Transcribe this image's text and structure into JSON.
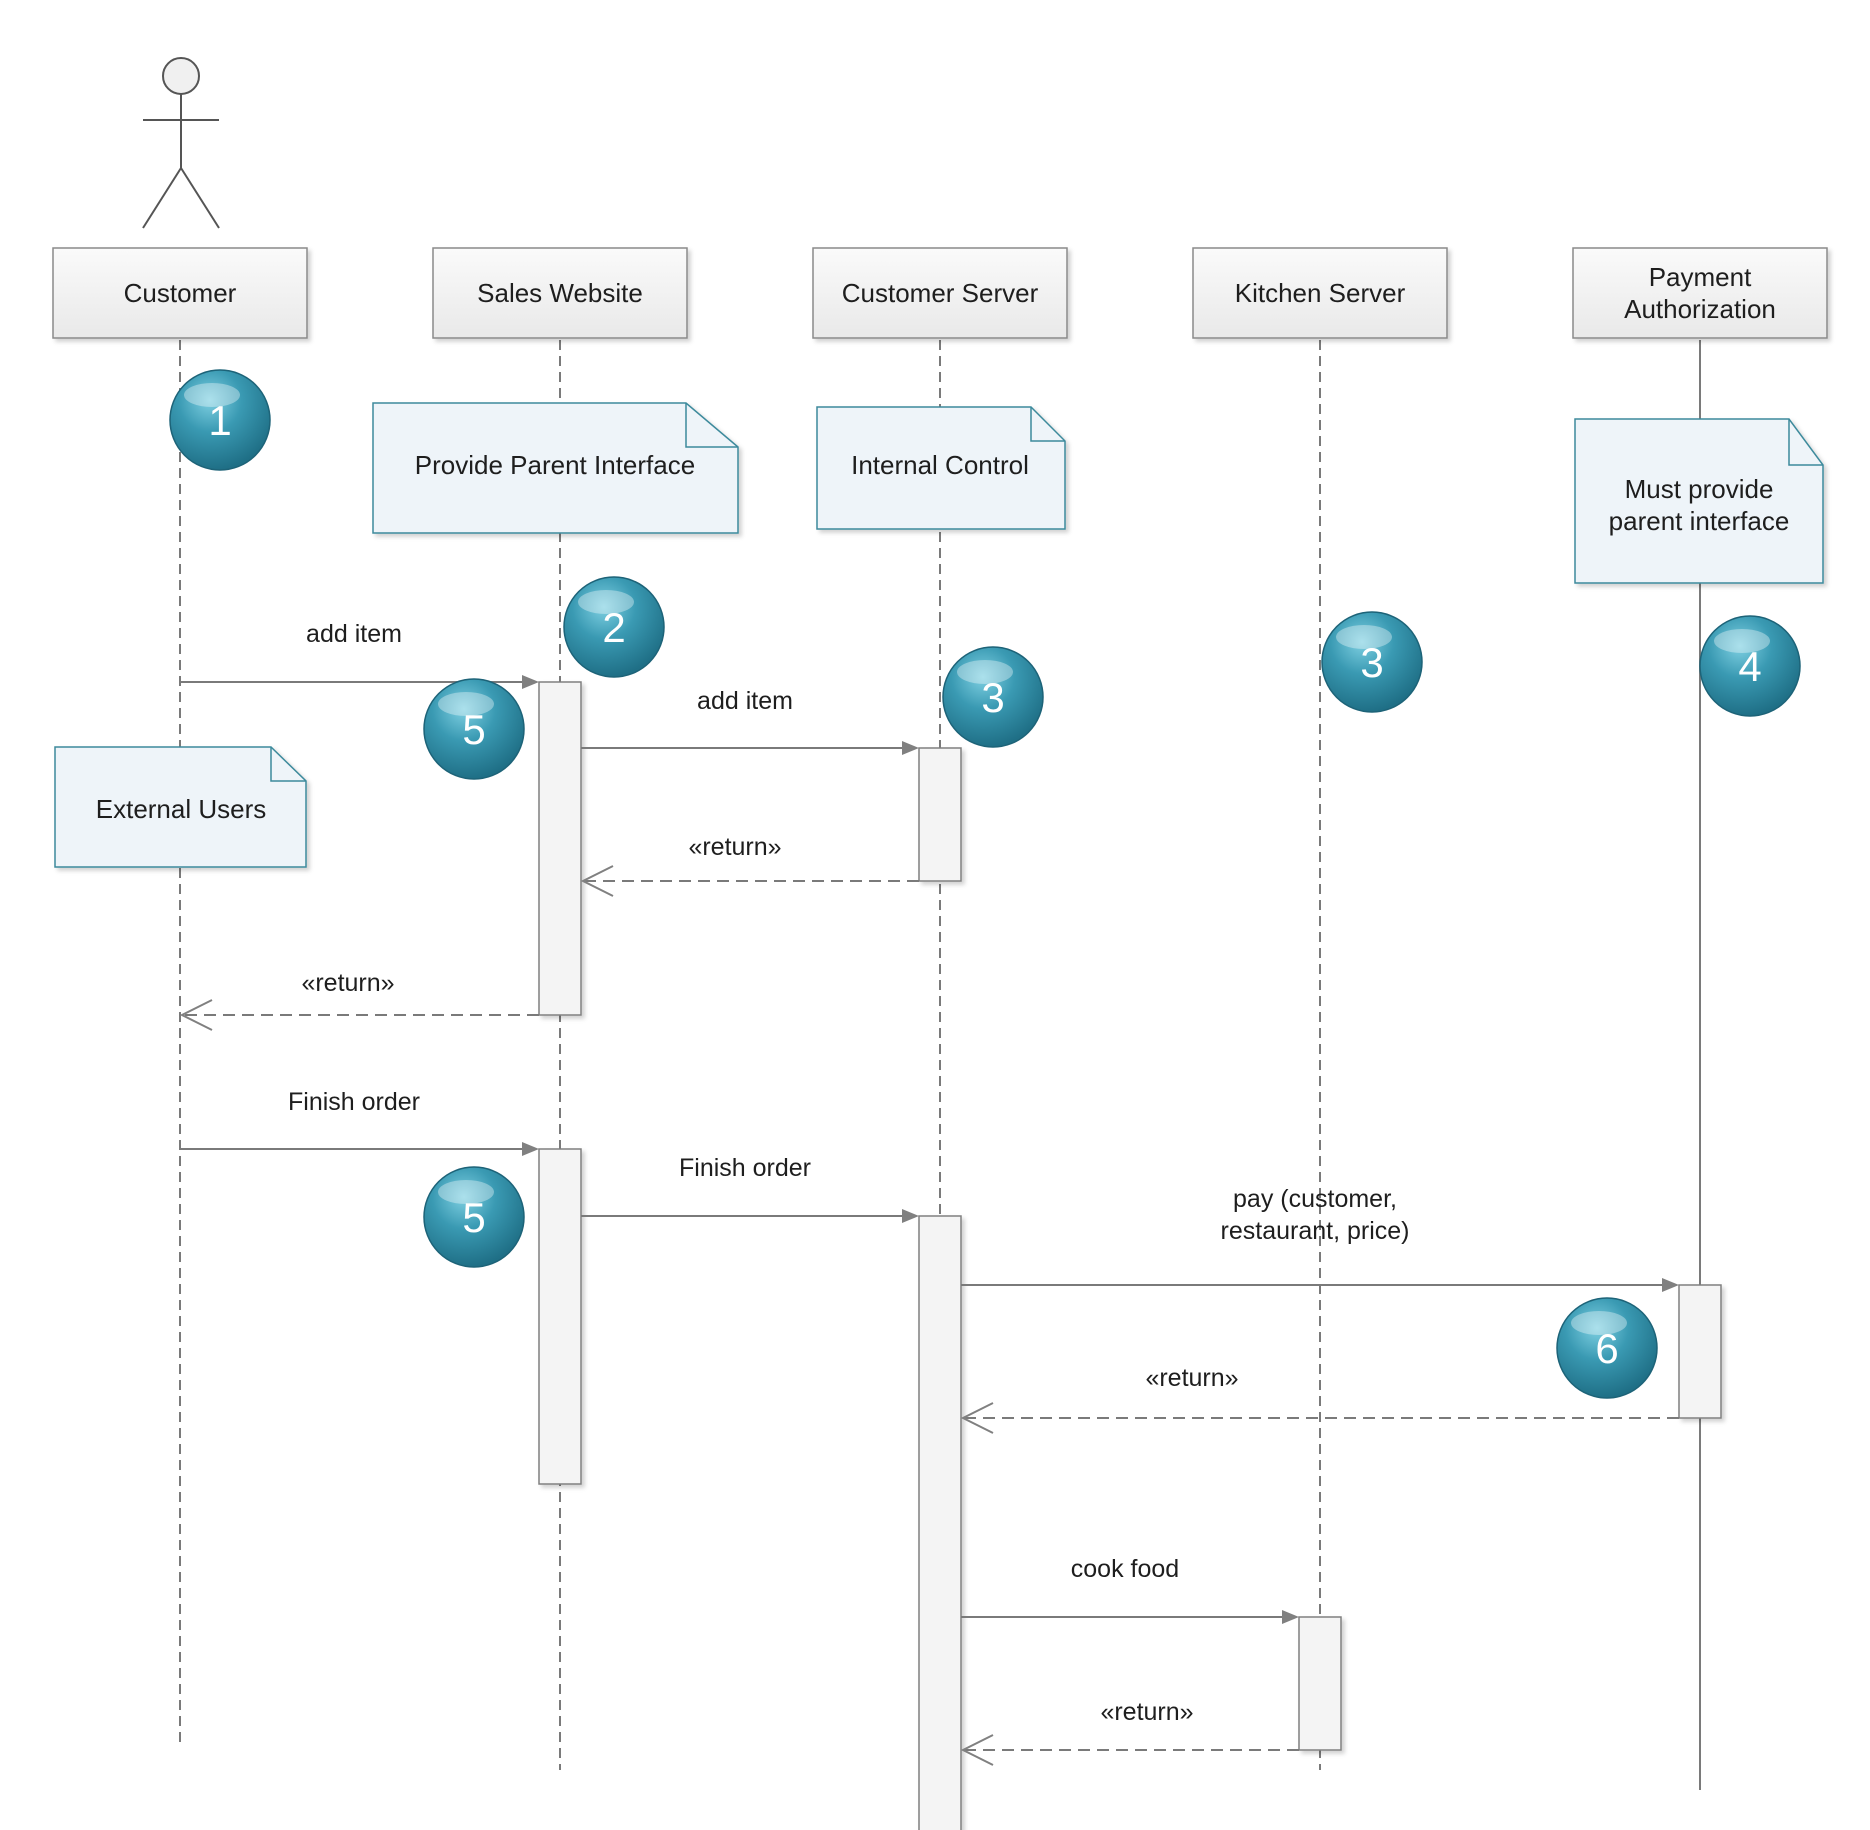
{
  "colors": {
    "line": "#7a7a7a",
    "arrow": "#808080",
    "note_fill": "#eef4f9",
    "note_border": "#3c8a9c",
    "head_fill": "#f3f3f3",
    "badge": "#2e8aa3"
  },
  "actor": {
    "icon": "stick-figure-icon"
  },
  "lifelines": [
    {
      "id": "customer",
      "label": "Customer"
    },
    {
      "id": "sales",
      "label": "Sales Website"
    },
    {
      "id": "custserver",
      "label": "Customer Server"
    },
    {
      "id": "kitchen",
      "label": "Kitchen Server"
    },
    {
      "id": "payment",
      "label": "Payment Authorization"
    }
  ],
  "notes": [
    {
      "id": "provide-parent-interface",
      "text": "Provide Parent Interface"
    },
    {
      "id": "internal-control",
      "text": "Internal Control"
    },
    {
      "id": "must-provide",
      "text": "Must provide parent interface"
    },
    {
      "id": "external-users",
      "text": "External Users"
    }
  ],
  "messages": [
    {
      "id": "m1",
      "text": "add item",
      "kind": "call"
    },
    {
      "id": "m2",
      "text": "add item",
      "kind": "call"
    },
    {
      "id": "m3",
      "text": "«return»",
      "kind": "return"
    },
    {
      "id": "m4",
      "text": "«return»",
      "kind": "return"
    },
    {
      "id": "m5",
      "text": "Finish order",
      "kind": "call"
    },
    {
      "id": "m6",
      "text": "Finish order",
      "kind": "call"
    },
    {
      "id": "m7",
      "text": "pay (customer, restaurant, price)",
      "kind": "call"
    },
    {
      "id": "m8",
      "text": "«return»",
      "kind": "return"
    },
    {
      "id": "m9",
      "text": "cook food",
      "kind": "call"
    },
    {
      "id": "m10",
      "text": "«return»",
      "kind": "return"
    }
  ],
  "badges": [
    "1",
    "2",
    "3",
    "3",
    "4",
    "5",
    "5",
    "6"
  ]
}
